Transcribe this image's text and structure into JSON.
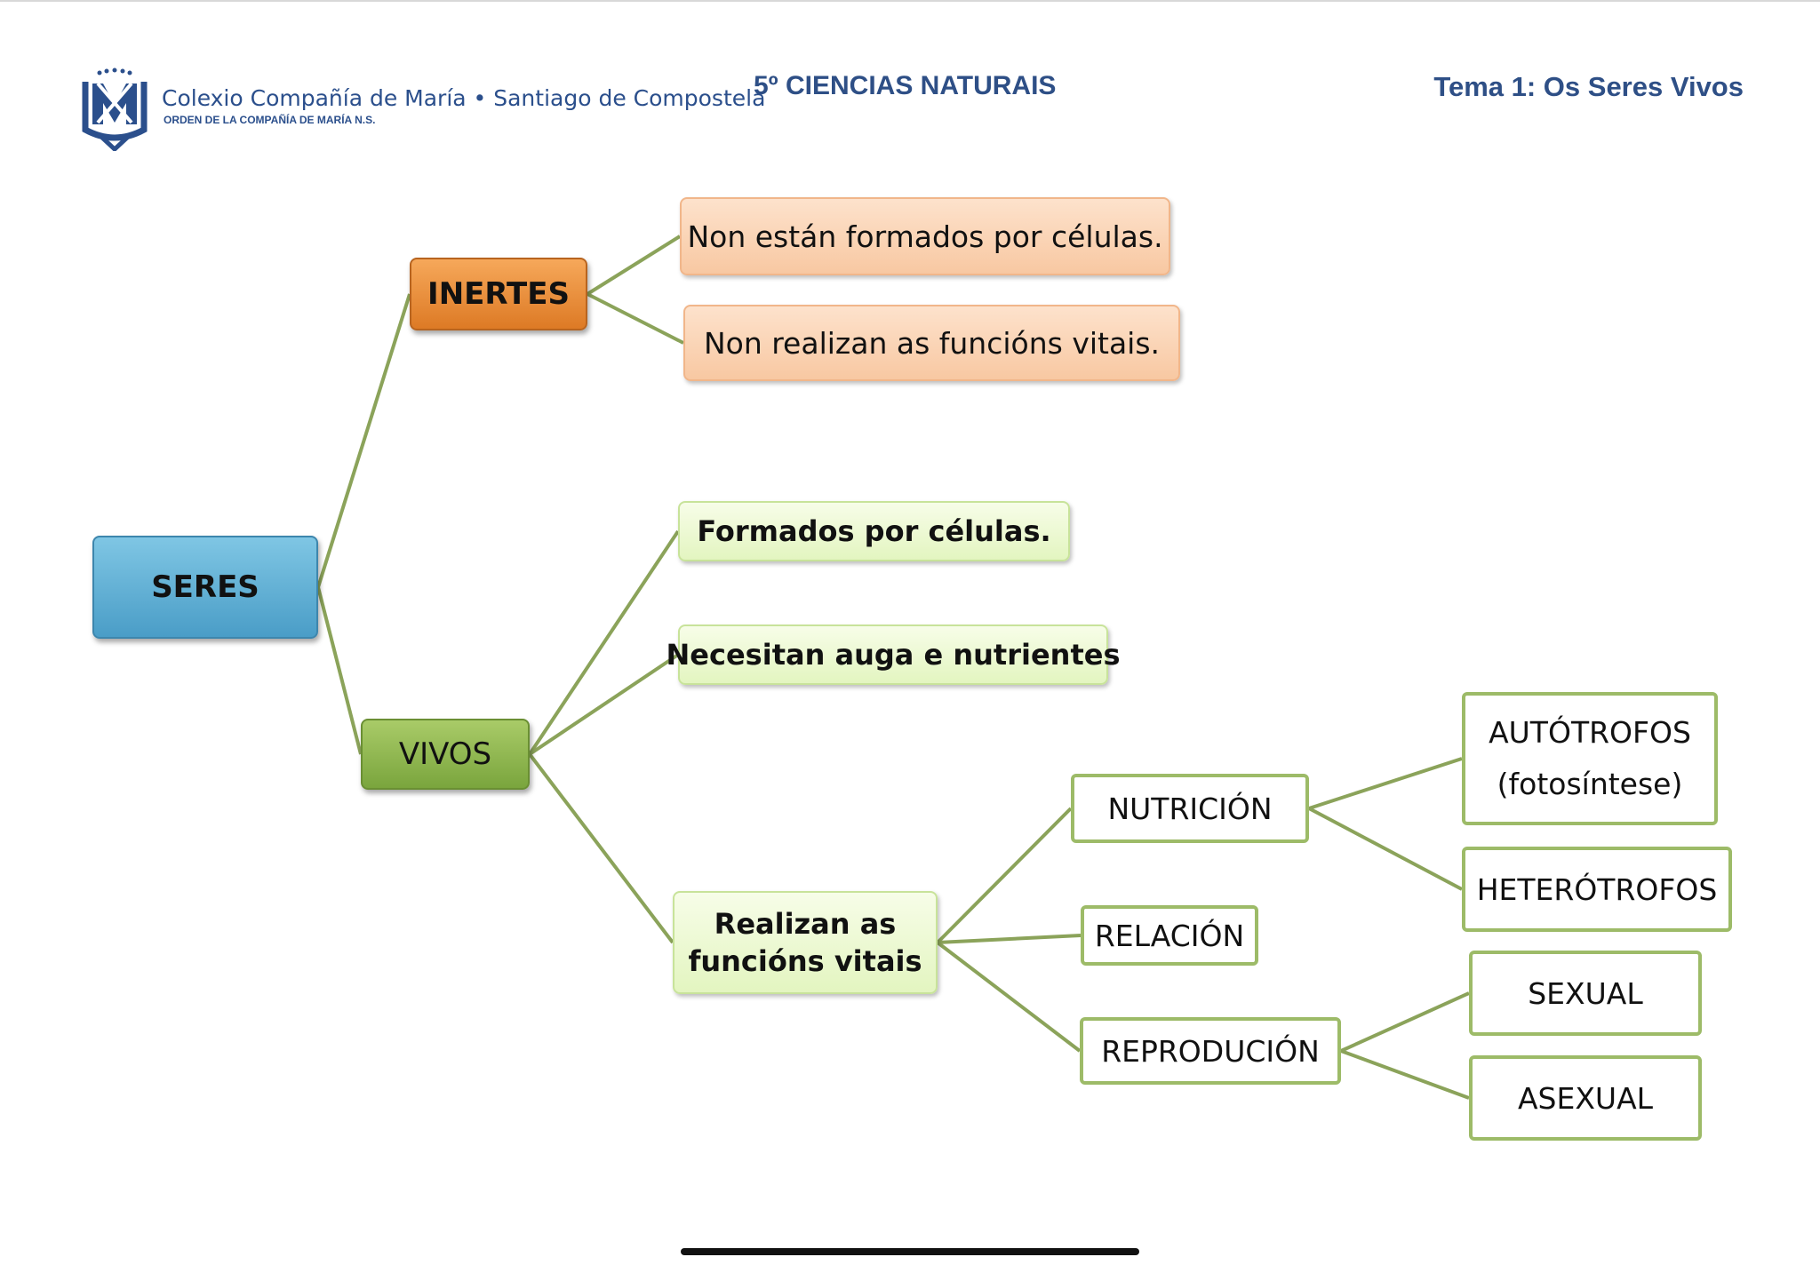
{
  "header": {
    "school_name": "Colexio Compañía de María • Santiago de Compostela",
    "school_subtitle": "ORDEN DE LA COMPAÑÍA DE MARÍA N.S.",
    "course": "5º  CIENCIAS NATURAIS",
    "topic": "Tema 1: Os Seres Vivos"
  },
  "diagram": {
    "root": "SERES",
    "inertes": {
      "label": "INERTES",
      "items": [
        "Non están formados por células.",
        "Non realizan as funcións vitais."
      ]
    },
    "vivos": {
      "label": "VIVOS",
      "items": [
        "Formados por células.",
        "Necesitan auga e nutrientes"
      ],
      "functions": {
        "label_line1": "Realizan as",
        "label_line2": "funcións vitais",
        "nutricion": {
          "label": "NUTRICIÓN",
          "autotrofos_line1": "AUTÓTROFOS",
          "autotrofos_line2": "(fotosíntese)",
          "heterotrofos": "HETERÓTROFOS"
        },
        "relacion": "RELACIÓN",
        "reproducion": {
          "label": "REPRODUCIÓN",
          "sexual": "SEXUAL",
          "asexual": "ASEXUAL"
        }
      }
    }
  },
  "colors": {
    "connector": "#8ba35a",
    "header_text": "#2e4f86",
    "root_fill": "#4a9dc7",
    "inertes_fill": "#dd7a25",
    "vivos_fill": "#7aa53d"
  }
}
